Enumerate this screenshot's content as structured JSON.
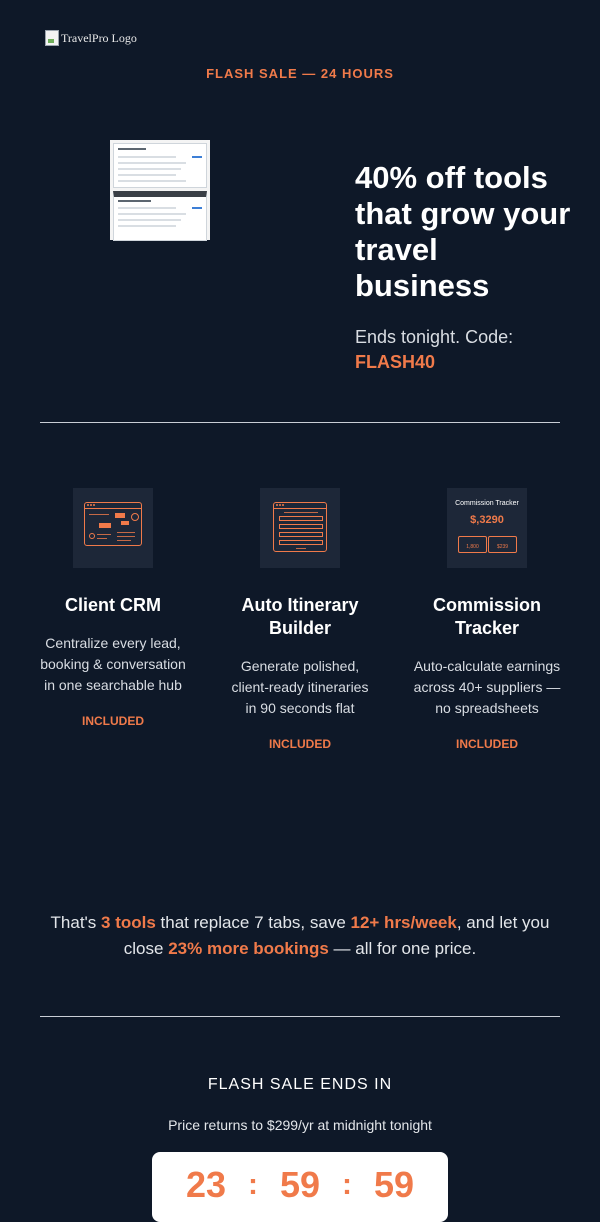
{
  "header": {
    "logo_alt": "TravelPro Logo",
    "eyebrow": "FLASH SALE — 24 HOURS"
  },
  "hero": {
    "title": "40% off tools that grow your travel business",
    "sub_text": "Ends tonight. Code:",
    "code": "FLASH40"
  },
  "features": [
    {
      "icon": "crm-dashboard-icon",
      "title": "Client CRM",
      "description": "Centralize every lead, booking & conversation in one searchable hub",
      "badge": "INCLUDED"
    },
    {
      "icon": "itinerary-form-icon",
      "title": "Auto Itinerary Builder",
      "description": "Generate polished, client-ready itineraries in 90 seconds flat",
      "badge": "INCLUDED"
    },
    {
      "icon": "commission-tracker-icon",
      "title": "Commission Tracker",
      "description": "Auto-calculate earnings across 40+ suppliers — no spreadsheets",
      "badge": "INCLUDED",
      "icon_text": {
        "title": "Commission Tracker",
        "amount": "$,3290",
        "left_box": "1,800",
        "right_box": "$239"
      }
    }
  ],
  "summary": {
    "t1": "That's ",
    "h1": "3 tools",
    "t2": " that replace 7 tabs, save ",
    "h2": "12+ hrs/week",
    "t3": ", and let you close ",
    "h3": "23% more bookings",
    "t4": " — all for one price."
  },
  "countdown": {
    "title": "FLASH SALE ENDS IN",
    "subtitle": "Price returns to $299/yr at midnight tonight",
    "hours": "23",
    "minutes": "59",
    "seconds": "59",
    "separator": ":"
  },
  "colors": {
    "background": "#0e1828",
    "accent": "#f07a4a",
    "text": "#ffffff"
  }
}
